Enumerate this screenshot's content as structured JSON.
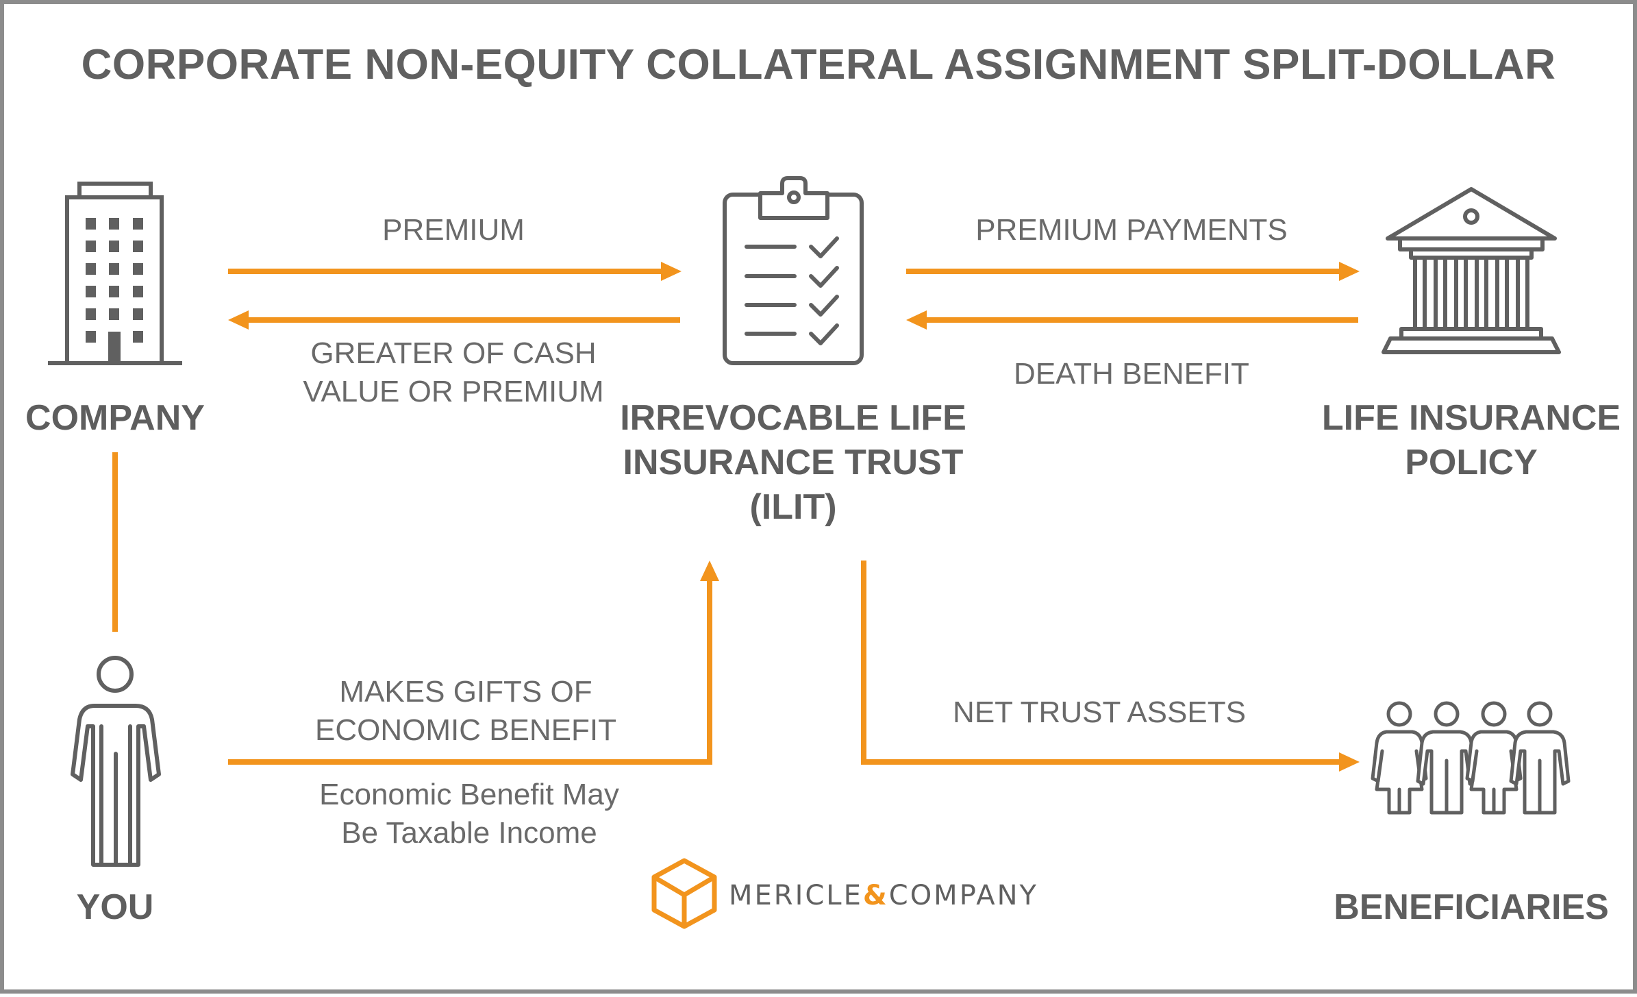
{
  "title": "CORPORATE NON-EQUITY COLLATERAL ASSIGNMENT SPLIT-DOLLAR",
  "nodes": {
    "company": "COMPANY",
    "ilit_line1": "IRREVOCABLE LIFE",
    "ilit_line2": "INSURANCE TRUST",
    "ilit_line3": "(ILIT)",
    "policy_line1": "LIFE INSURANCE",
    "policy_line2": "POLICY",
    "you": "YOU",
    "beneficiaries": "BENEFICIARIES"
  },
  "flows": {
    "premium": "PREMIUM",
    "greater_line1": "GREATER OF CASH",
    "greater_line2": "VALUE OR PREMIUM",
    "premium_payments": "PREMIUM PAYMENTS",
    "death_benefit": "DEATH BENEFIT",
    "gifts_line1": "MAKES GIFTS OF",
    "gifts_line2": "ECONOMIC BENEFIT",
    "net_trust_assets": "NET TRUST ASSETS"
  },
  "notes": {
    "taxable_line1": "Economic Benefit May",
    "taxable_line2": "Be Taxable Income"
  },
  "logo": {
    "part1": "MERICLE",
    "amp": "&",
    "part2": "COMPANY"
  },
  "colors": {
    "arrow": "#f2941d",
    "icon": "#606060",
    "text": "#5e5e5e",
    "border": "#8c8c8c"
  },
  "icons": [
    "office-building-icon",
    "clipboard-checklist-icon",
    "bank-building-icon",
    "person-icon",
    "family-group-icon",
    "logo-cube-icon"
  ]
}
